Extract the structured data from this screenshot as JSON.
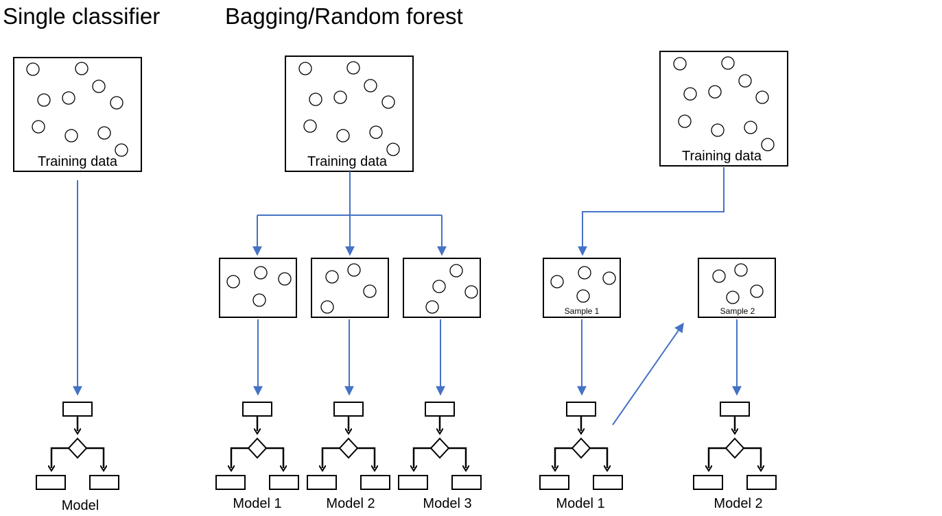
{
  "headings": {
    "single": "Single classifier",
    "bagging": "Bagging/Random forest"
  },
  "training_label": "Training data",
  "samples": {
    "s1": "Sample 1",
    "s2": "Sample 2"
  },
  "models": {
    "single": "Model",
    "bag1": "Model 1",
    "bag2": "Model 2",
    "bag3": "Model 3",
    "boost1": "Model 1",
    "boost2": "Model 2"
  },
  "colors": {
    "arrow": "#4472c4",
    "stroke": "#000000"
  }
}
